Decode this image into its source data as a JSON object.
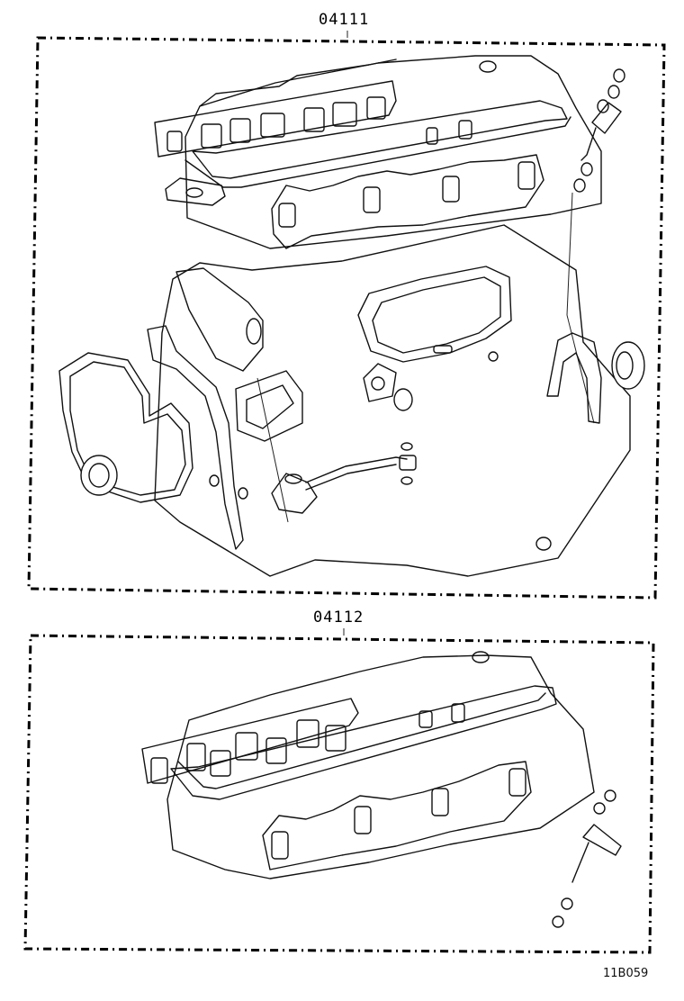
{
  "sections": [
    {
      "part_number": "04111"
    },
    {
      "part_number": "04112"
    }
  ],
  "reference_code": "11B059"
}
